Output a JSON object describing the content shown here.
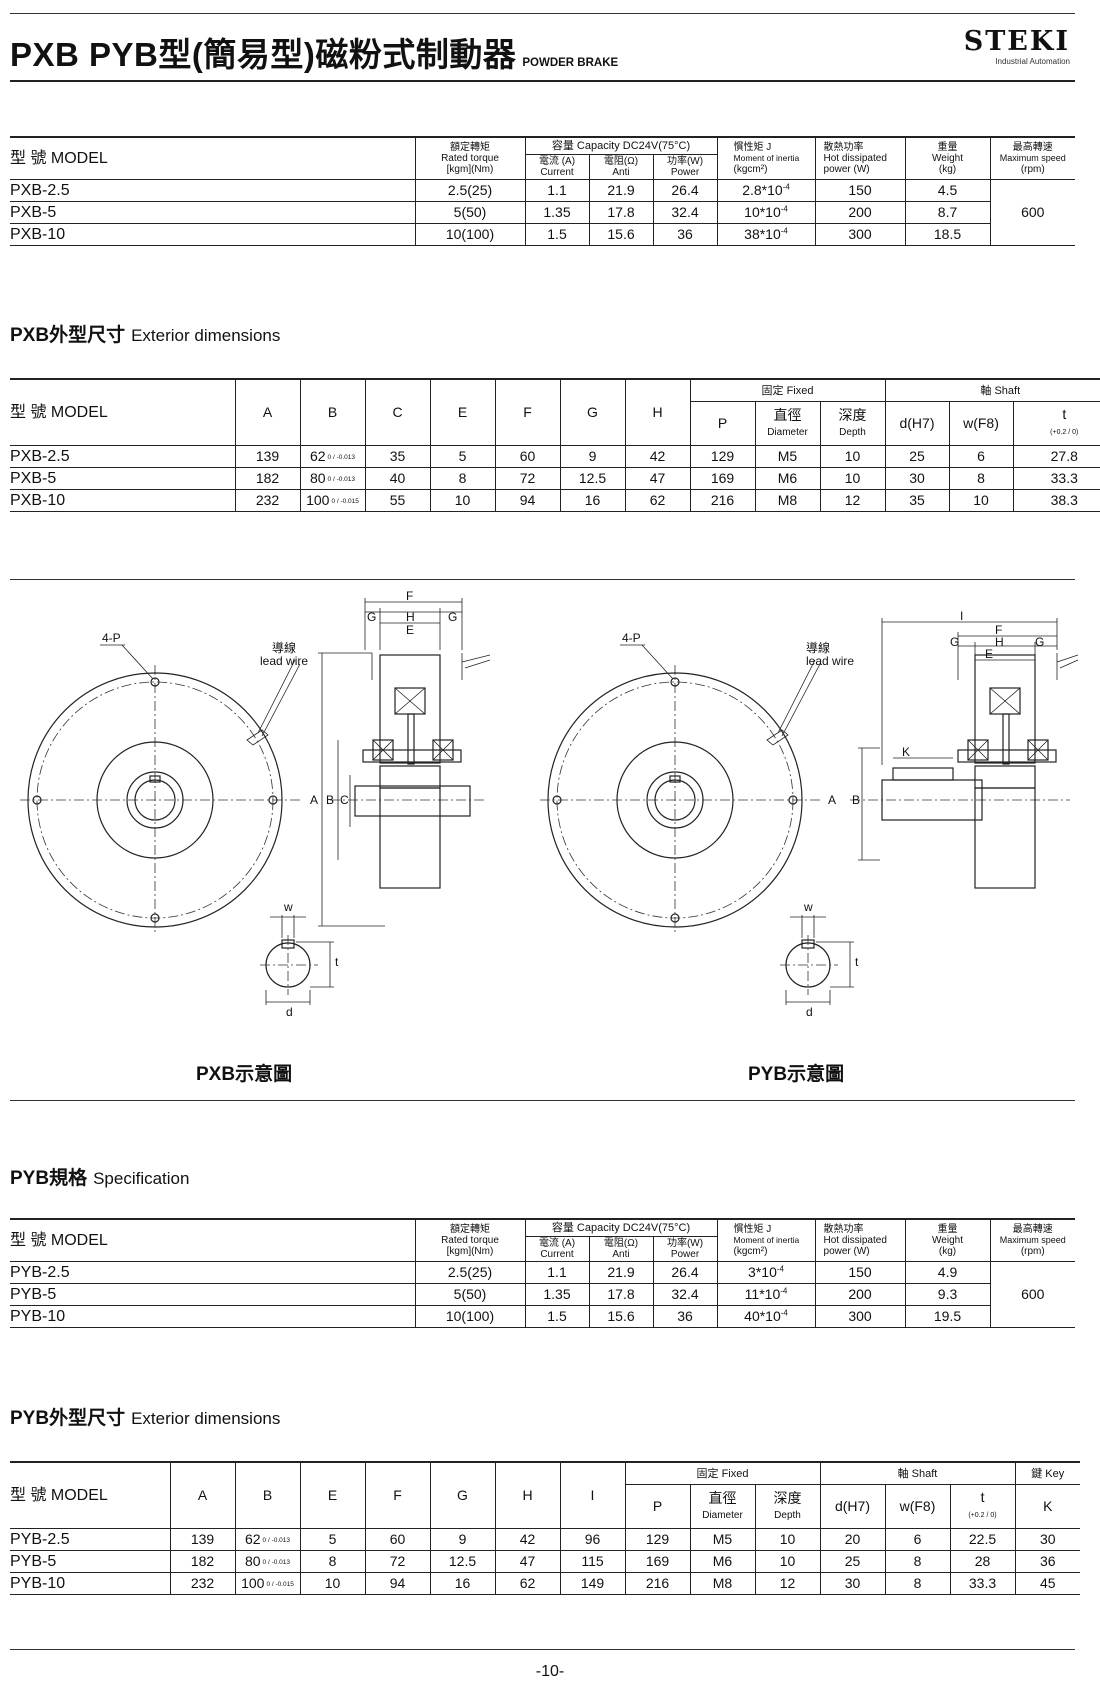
{
  "header": {
    "title": "PXB PYB型(簡易型)磁粉式制動器",
    "title_en": "POWDER BRAKE",
    "logo": "STEKI",
    "logo_sub": "Industrial Automation"
  },
  "spec_headers": {
    "model": "型 號 MODEL",
    "torque_cn": "額定轉矩",
    "torque_en": "Rated torque",
    "torque_unit": "[kgm](Nm)",
    "capacity": "容量 Capacity DC24V(75°C)",
    "current_cn": "電流 (A)",
    "current_en": "Current",
    "anti_cn": "電阻(Ω)",
    "anti_en": "Anti",
    "power_cn": "功率(W)",
    "power_en": "Power",
    "inertia_cn": "慣性矩 J",
    "inertia_en": "Moment of inertia",
    "inertia_unit": "(kgcm²)",
    "heat_cn": "散熱功率",
    "heat_en": "Hot dissipated",
    "heat_unit": "power (W)",
    "weight_cn": "重量",
    "weight_en": "Weight",
    "weight_unit": "(kg)",
    "speed_cn": "最高轉速",
    "speed_en": "Maximum speed",
    "speed_unit": "(rpm)"
  },
  "pxb_spec": {
    "rows": [
      {
        "model": "PXB-2.5",
        "torque": "2.5(25)",
        "current": "1.1",
        "anti": "21.9",
        "power": "26.4",
        "inertia": "2.8*10",
        "inertia_exp": "-4",
        "heat": "150",
        "weight": "4.5"
      },
      {
        "model": "PXB-5",
        "torque": "5(50)",
        "current": "1.35",
        "anti": "17.8",
        "power": "32.4",
        "inertia": "10*10",
        "inertia_exp": "-4",
        "heat": "200",
        "weight": "8.7"
      },
      {
        "model": "PXB-10",
        "torque": "10(100)",
        "current": "1.5",
        "anti": "15.6",
        "power": "36",
        "inertia": "38*10",
        "inertia_exp": "-4",
        "heat": "300",
        "weight": "18.5"
      }
    ],
    "max_speed": "600"
  },
  "pxb_dim": {
    "title_cn": "PXB外型尺寸",
    "title_en": "Exterior dimensions",
    "headers": {
      "model": "型 號 MODEL",
      "A": "A",
      "B": "B",
      "C": "C",
      "E": "E",
      "F": "F",
      "G": "G",
      "H": "H",
      "fixed": "固定 Fixed",
      "P": "P",
      "dia_cn": "直徑",
      "dia_en": "Diameter",
      "dep_cn": "深度",
      "dep_en": "Depth",
      "shaft": "軸 Shaft",
      "d": "d(H7)",
      "w": "w(F8)",
      "t": "t",
      "t_tol": "(+0.2 / 0)"
    },
    "rows": [
      {
        "model": "PXB-2.5",
        "A": "139",
        "B": "62",
        "B_tol": "0 / -0.013",
        "C": "35",
        "E": "5",
        "F": "60",
        "G": "9",
        "H": "42",
        "P": "129",
        "dia": "M5",
        "dep": "10",
        "d": "25",
        "w": "6",
        "t": "27.8"
      },
      {
        "model": "PXB-5",
        "A": "182",
        "B": "80",
        "B_tol": "0 / -0.013",
        "C": "40",
        "E": "8",
        "F": "72",
        "G": "12.5",
        "H": "47",
        "P": "169",
        "dia": "M6",
        "dep": "10",
        "d": "30",
        "w": "8",
        "t": "33.3"
      },
      {
        "model": "PXB-10",
        "A": "232",
        "B": "100",
        "B_tol": "0 / -0.015",
        "C": "55",
        "E": "10",
        "F": "94",
        "G": "16",
        "H": "62",
        "P": "216",
        "dia": "M8",
        "dep": "12",
        "d": "35",
        "w": "10",
        "t": "38.3"
      }
    ]
  },
  "diagrams": {
    "pxb_caption": "PXB示意圖",
    "pyb_caption": "PYB示意圖",
    "label_4p": "4-P",
    "lead_cn": "導線",
    "lead_en": "lead wire",
    "F": "F",
    "G": "G",
    "H": "H",
    "E": "E",
    "A": "A",
    "B": "B",
    "C": "C",
    "I": "I",
    "K": "K",
    "w": "w",
    "t": "t",
    "d": "d"
  },
  "pyb_spec": {
    "title_cn": "PYB規格",
    "title_en": "Specification",
    "rows": [
      {
        "model": "PYB-2.5",
        "torque": "2.5(25)",
        "current": "1.1",
        "anti": "21.9",
        "power": "26.4",
        "inertia": "3*10",
        "inertia_exp": "-4",
        "heat": "150",
        "weight": "4.9"
      },
      {
        "model": "PYB-5",
        "torque": "5(50)",
        "current": "1.35",
        "anti": "17.8",
        "power": "32.4",
        "inertia": "11*10",
        "inertia_exp": "-4",
        "heat": "200",
        "weight": "9.3"
      },
      {
        "model": "PYB-10",
        "torque": "10(100)",
        "current": "1.5",
        "anti": "15.6",
        "power": "36",
        "inertia": "40*10",
        "inertia_exp": "-4",
        "heat": "300",
        "weight": "19.5"
      }
    ],
    "max_speed": "600"
  },
  "pyb_dim": {
    "title_cn": "PYB外型尺寸",
    "title_en": "Exterior dimensions",
    "headers": {
      "model": "型 號 MODEL",
      "A": "A",
      "B": "B",
      "E": "E",
      "F": "F",
      "G": "G",
      "H": "H",
      "I": "I",
      "fixed": "固定 Fixed",
      "P": "P",
      "dia_cn": "直徑",
      "dia_en": "Diameter",
      "dep_cn": "深度",
      "dep_en": "Depth",
      "shaft": "軸 Shaft",
      "d": "d(H7)",
      "w": "w(F8)",
      "t": "t",
      "t_tol": "(+0.2 / 0)",
      "key": "鍵 Key",
      "K": "K"
    },
    "rows": [
      {
        "model": "PYB-2.5",
        "A": "139",
        "B": "62",
        "B_tol": "0 / -0.013",
        "E": "5",
        "F": "60",
        "G": "9",
        "H": "42",
        "I": "96",
        "P": "129",
        "dia": "M5",
        "dep": "10",
        "d": "20",
        "w": "6",
        "t": "22.5",
        "K": "30"
      },
      {
        "model": "PYB-5",
        "A": "182",
        "B": "80",
        "B_tol": "0 / -0.013",
        "E": "8",
        "F": "72",
        "G": "12.5",
        "H": "47",
        "I": "115",
        "P": "169",
        "dia": "M6",
        "dep": "10",
        "d": "25",
        "w": "8",
        "t": "28",
        "K": "36"
      },
      {
        "model": "PYB-10",
        "A": "232",
        "B": "100",
        "B_tol": "0 / -0.015",
        "E": "10",
        "F": "94",
        "G": "16",
        "H": "62",
        "I": "149",
        "P": "216",
        "dia": "M8",
        "dep": "12",
        "d": "30",
        "w": "8",
        "t": "33.3",
        "K": "45"
      }
    ]
  },
  "page_number": "-10-"
}
